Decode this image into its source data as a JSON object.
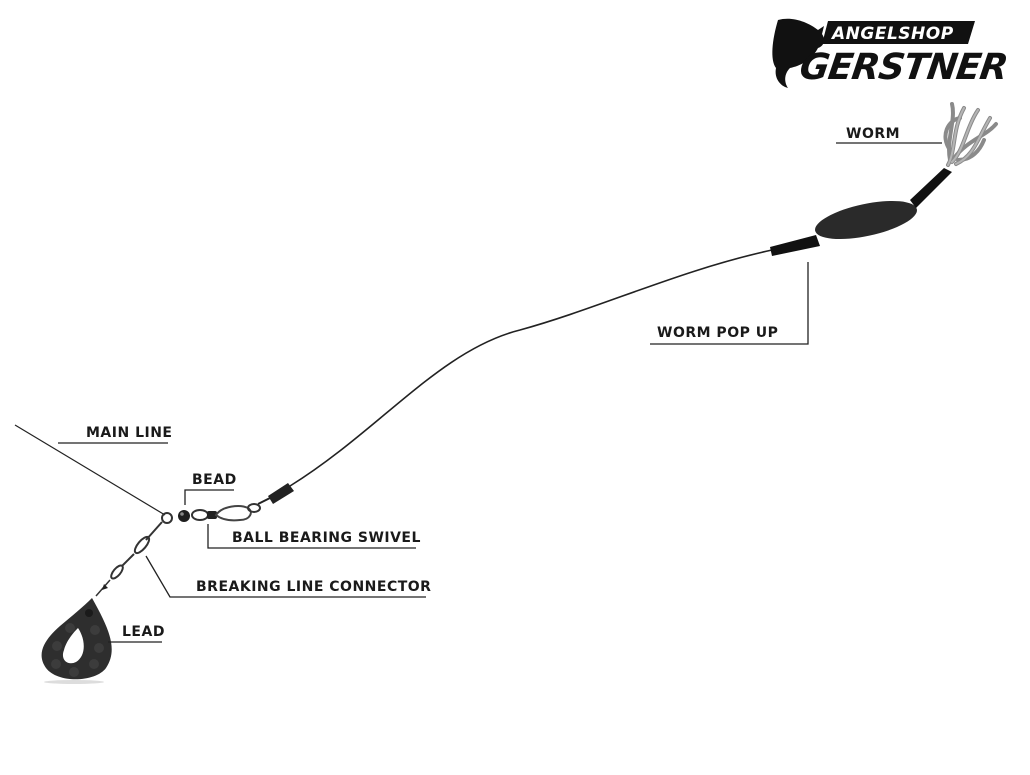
{
  "logo": {
    "subtitle": "ANGELSHOP",
    "name": "GERSTNER"
  },
  "labels": {
    "worm": "WORM",
    "worm_pop_up": "WORM POP UP",
    "main_line": "MAIN LINE",
    "bead": "BEAD",
    "ball_bearing_swivel": "BALL BEARING SWIVEL",
    "breaking_line_connector": "BREAKING LINE CONNECTOR",
    "lead": "LEAD"
  }
}
